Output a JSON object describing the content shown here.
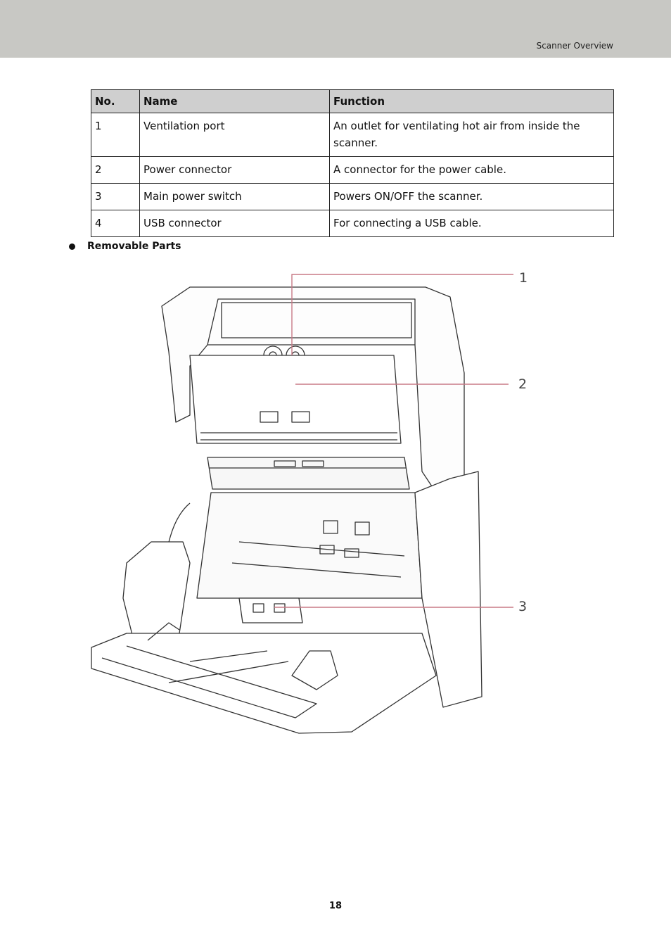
{
  "header": {
    "title": "Scanner Overview"
  },
  "table": {
    "columns": [
      "No.",
      "Name",
      "Function"
    ],
    "rows": [
      {
        "no": "1",
        "name": "Ventilation port",
        "function": "An outlet for ventilating hot air from inside the scanner."
      },
      {
        "no": "2",
        "name": "Power connector",
        "function": "A connector for the power cable."
      },
      {
        "no": "3",
        "name": "Main power switch",
        "function": "Powers ON/OFF the scanner."
      },
      {
        "no": "4",
        "name": "USB connector",
        "function": "For connecting a USB cable."
      }
    ]
  },
  "section": {
    "title": "Removable Parts"
  },
  "figure": {
    "callouts": [
      "1",
      "2",
      "3"
    ],
    "callout_color": "#c87a86"
  },
  "footer": {
    "page_number": "18"
  }
}
